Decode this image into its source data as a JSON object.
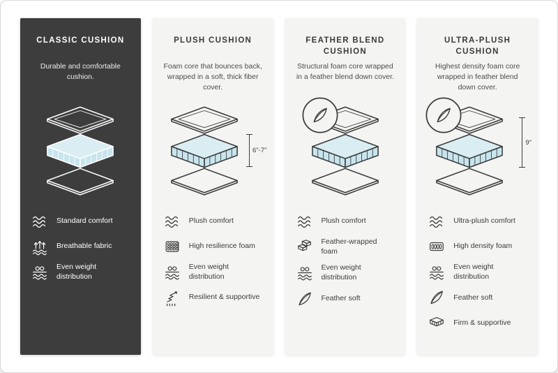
{
  "panels": [
    {
      "title": "CLASSIC CUSHION",
      "description": "Durable and comfortable cushion.",
      "features": [
        {
          "icon": "wave-icon",
          "label": "Standard comfort"
        },
        {
          "icon": "breathable-fabric-icon",
          "label": "Breathable fabric"
        },
        {
          "icon": "even-weight-icon",
          "label": "Even weight distribution"
        }
      ]
    },
    {
      "title": "PLUSH CUSHION",
      "description": "Foam core that bounces back, wrapped in a soft, thick fiber cover.",
      "dimension": "6\"-7\"",
      "features": [
        {
          "icon": "wave-icon",
          "label": "Plush comfort"
        },
        {
          "icon": "resilience-foam-icon",
          "label": "High resilience foam"
        },
        {
          "icon": "even-weight-icon",
          "label": "Even weight distribution"
        },
        {
          "icon": "spring-icon",
          "label": "Resilient & supportive"
        }
      ]
    },
    {
      "title": "FEATHER BLEND CUSHION",
      "description": "Structural foam core wrapped in a feather blend down cover.",
      "features": [
        {
          "icon": "wave-icon",
          "label": "Plush comfort"
        },
        {
          "icon": "feather-wrapped-foam-icon",
          "label": "Feather-wrapped foam"
        },
        {
          "icon": "even-weight-icon",
          "label": "Even weight distribution"
        },
        {
          "icon": "feather-icon",
          "label": "Feather soft"
        }
      ]
    },
    {
      "title": "ULTRA-PLUSH CUSHION",
      "description": "Highest density foam core wrapped in feather blend down cover.",
      "dimension": "9\"",
      "features": [
        {
          "icon": "wave-icon",
          "label": "Ultra-plush comfort"
        },
        {
          "icon": "density-foam-icon",
          "label": "High density foam"
        },
        {
          "icon": "even-weight-icon",
          "label": "Even weight distribution"
        },
        {
          "icon": "feather-icon",
          "label": "Feather soft"
        },
        {
          "icon": "firm-supportive-icon",
          "label": "Firm & supportive"
        }
      ]
    }
  ],
  "colors": {
    "dark_panel_bg": "#3d3d3d",
    "light_panel_bg": "#f4f4f2",
    "foam_top": "#d9edf2",
    "foam_side": "#c8e5ee",
    "outline_on_light": "#3b3b3b",
    "outline_on_dark": "#ffffff"
  }
}
